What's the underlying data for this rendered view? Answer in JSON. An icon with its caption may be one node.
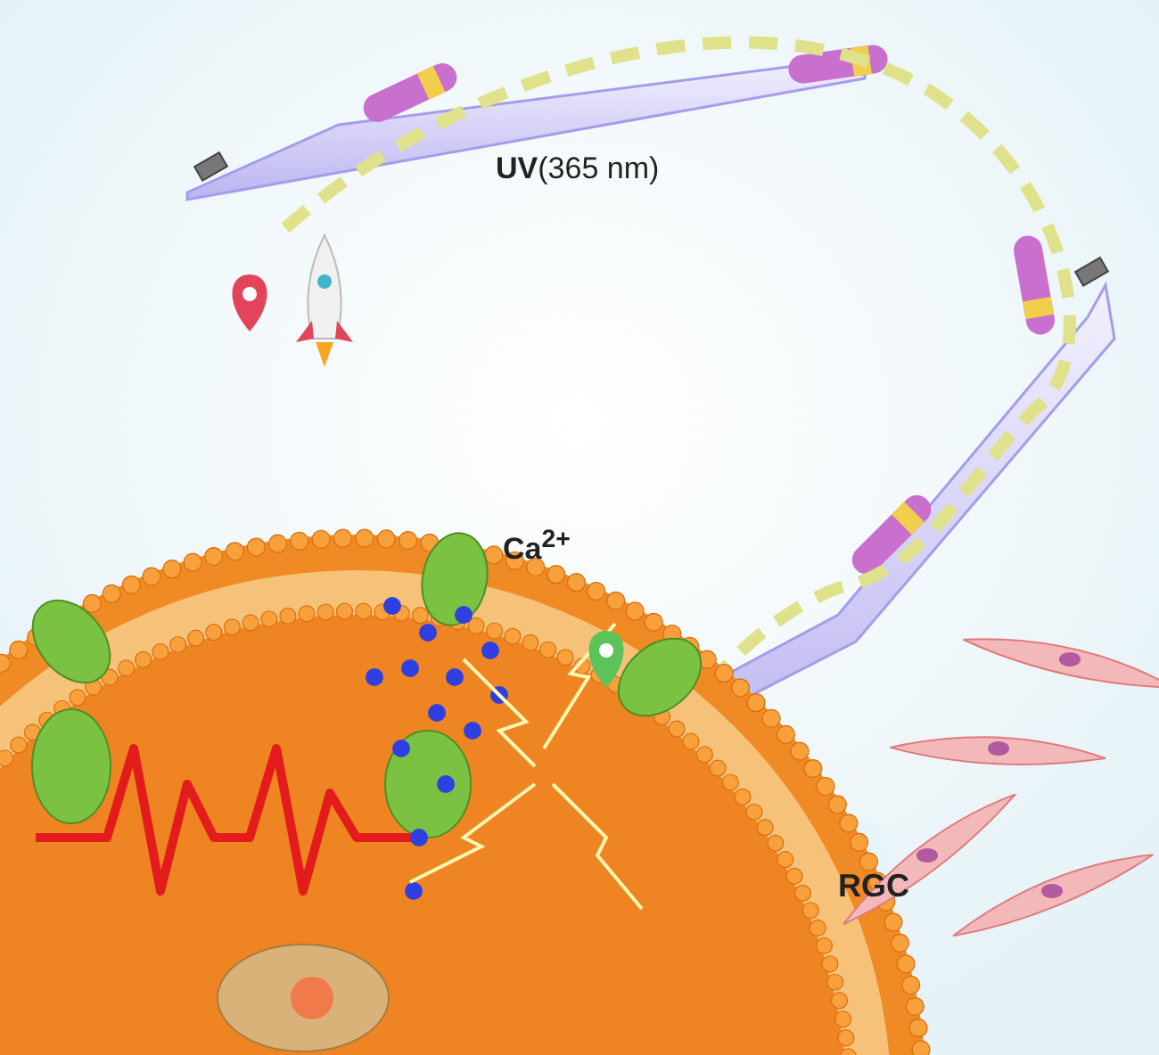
{
  "diagram": {
    "labels": [
      "**UV**(365 nm)",
      "Ca$^{2+}$",
      "RGC"
    ]
  }
}
